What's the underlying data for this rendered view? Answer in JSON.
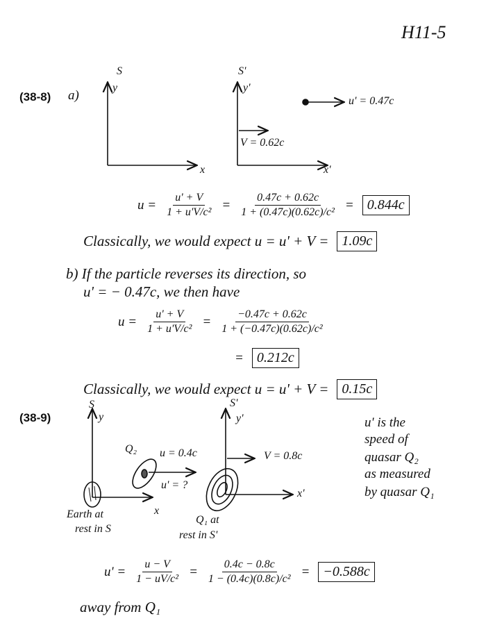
{
  "header": {
    "page_label": "H11-5"
  },
  "problem_38_8": {
    "label": "(38-8)",
    "part_a": "a)",
    "frame_s": {
      "name": "S",
      "y": "y",
      "x": "x"
    },
    "frame_s_prime": {
      "name": "S'",
      "y": "y'",
      "x": "x'",
      "velocity": "V = 0.62c"
    },
    "particle_velocity": "u' = 0.47c",
    "eq1": {
      "lhs": "u =",
      "formula_num": "u' + V",
      "formula_den": "1 + u'V/c²",
      "eq": "=",
      "sub_num": "0.47c + 0.62c",
      "sub_den": "1 + (0.47c)(0.62c)/c²",
      "eq2": "=",
      "result": "0.844c"
    },
    "classical_a": {
      "text": "Classically, we would expect  u = u' + V =",
      "result": "1.09c"
    },
    "part_b_line1": "b) If the particle reverses its direction, so",
    "part_b_line2": "u' = − 0.47c,   we then have",
    "eq2": {
      "lhs": "u =",
      "formula_num": "u' + V",
      "formula_den": "1 + u'V/c²",
      "eq": "=",
      "sub_num": "−0.47c + 0.62c",
      "sub_den": "1 + (−0.47c)(0.62c)/c²",
      "eq2": "=",
      "result": "0.212c"
    },
    "classical_b": {
      "text": "Classically, we would expect  u = u' + V =",
      "result": "0.15c"
    }
  },
  "problem_38_9": {
    "label": "(38-9)",
    "frame_s": {
      "name": "S",
      "y": "y",
      "x": "x"
    },
    "frame_s_prime": {
      "name": "S'",
      "y": "y'",
      "x": "x'",
      "velocity": "V = 0.8c"
    },
    "q2_label": "Q₂",
    "q2_velocity": "u = 0.4c",
    "q2_unknown": "u' = ?",
    "earth_line1": "Earth at",
    "earth_line2": "rest in S",
    "q1_line1": "Q₁ at",
    "q1_line2": "rest in S'",
    "note": [
      "u' is the",
      "speed of",
      "quasar Q₂",
      "as measured",
      "by quasar Q₁"
    ],
    "eq": {
      "lhs": "u' =",
      "formula_num": "u − V",
      "formula_den": "1 − uV/c²",
      "eq": "=",
      "sub_num": "0.4c − 0.8c",
      "sub_den": "1 − (0.4c)(0.8c)/c²",
      "eq2": "=",
      "result": "−0.588c"
    },
    "conclusion": "away from Q₁"
  }
}
